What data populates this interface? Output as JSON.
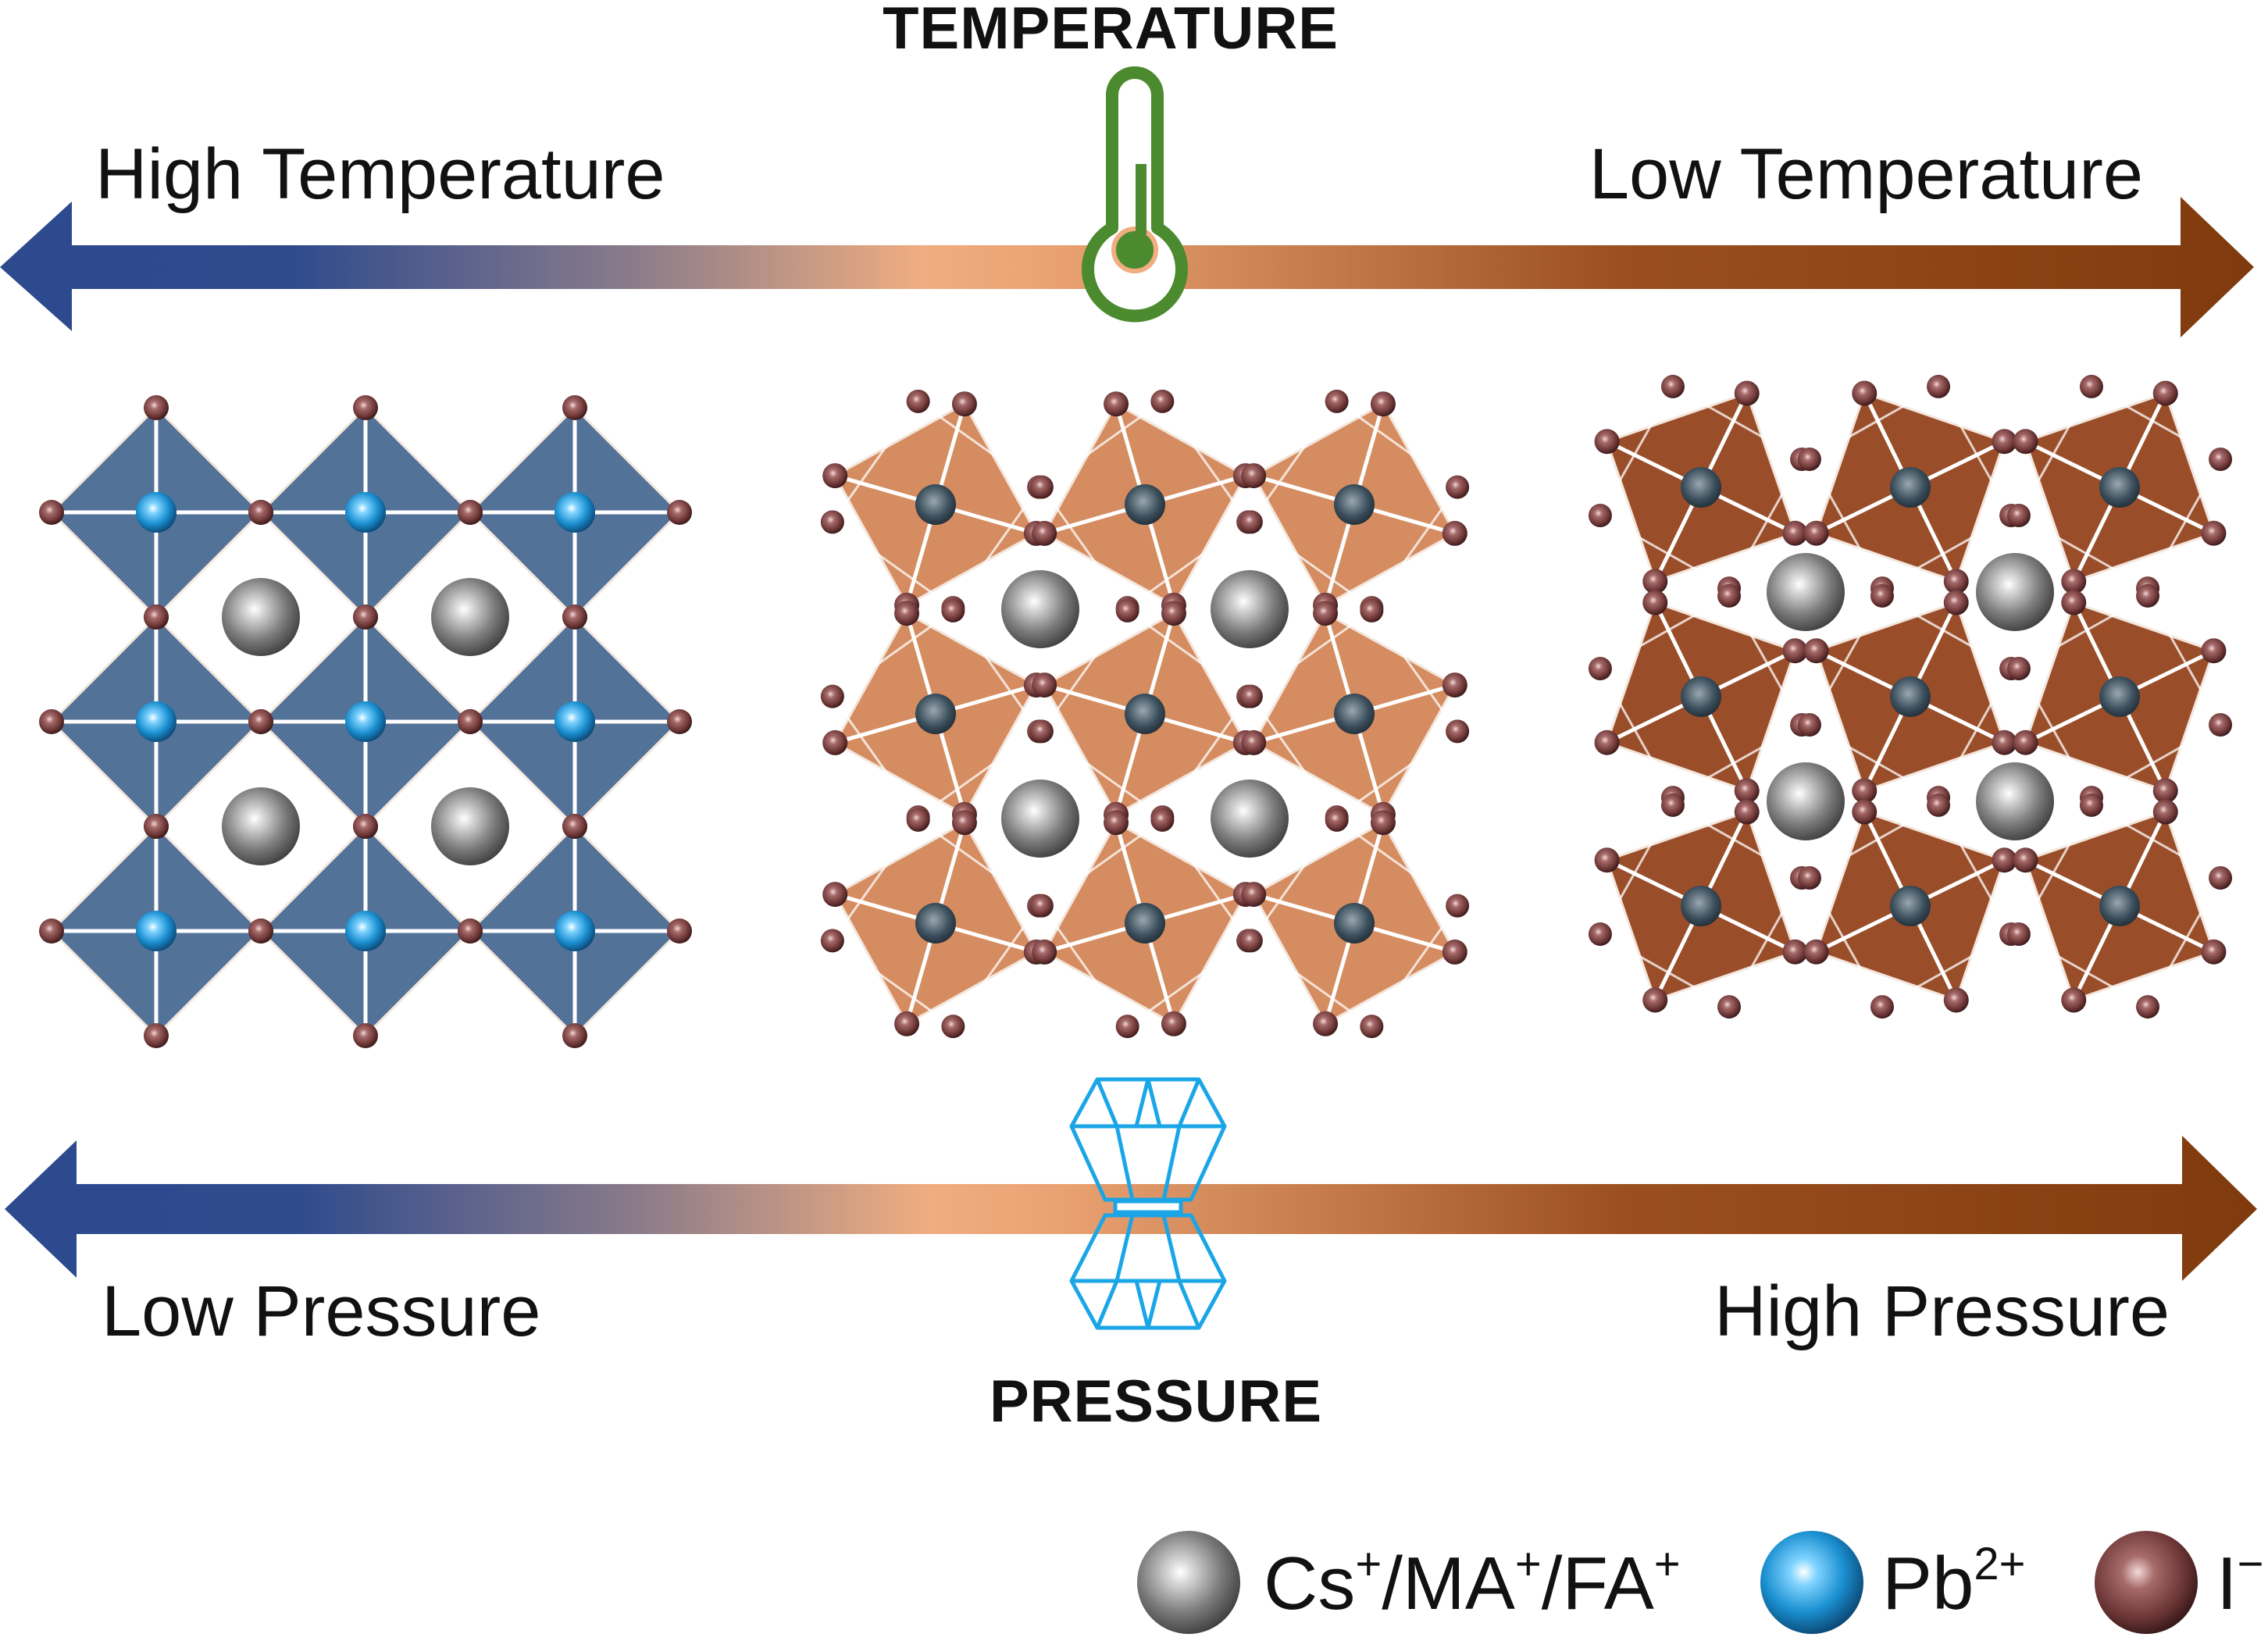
{
  "temperature": {
    "heading": "TEMPERATURE",
    "left_label": "High Temperature",
    "right_label": "Low Temperature",
    "icon": "thermometer-icon"
  },
  "pressure": {
    "heading": "PRESSURE",
    "left_label": "Low Pressure",
    "right_label": "High Pressure",
    "icon": "diamond-anvil-cell-icon"
  },
  "phases": [
    {
      "polyhedra_color": "#4a6a92",
      "tilt": "none"
    },
    {
      "polyhedra_color": "#d0804f",
      "tilt": "moderate"
    },
    {
      "polyhedra_color": "#8f3a12",
      "tilt": "strong"
    }
  ],
  "legend": {
    "items": [
      {
        "label_main": "Cs",
        "sup1": "+",
        "mid1": "/MA",
        "sup2": "+",
        "mid2": "/FA",
        "sup3": "+",
        "color": "#6e6e6e"
      },
      {
        "label_main": "Pb",
        "sup1": "2+",
        "color": "#1a8fd0"
      },
      {
        "label_main": "I",
        "sup1": "−",
        "color": "#6b3535"
      }
    ]
  },
  "colors": {
    "blue": "#2d4a8f",
    "peach": "#f0ad80",
    "brown": "#7f3a0d",
    "thermometer": "#4b8a2e",
    "anvil": "#1aa6e6"
  }
}
